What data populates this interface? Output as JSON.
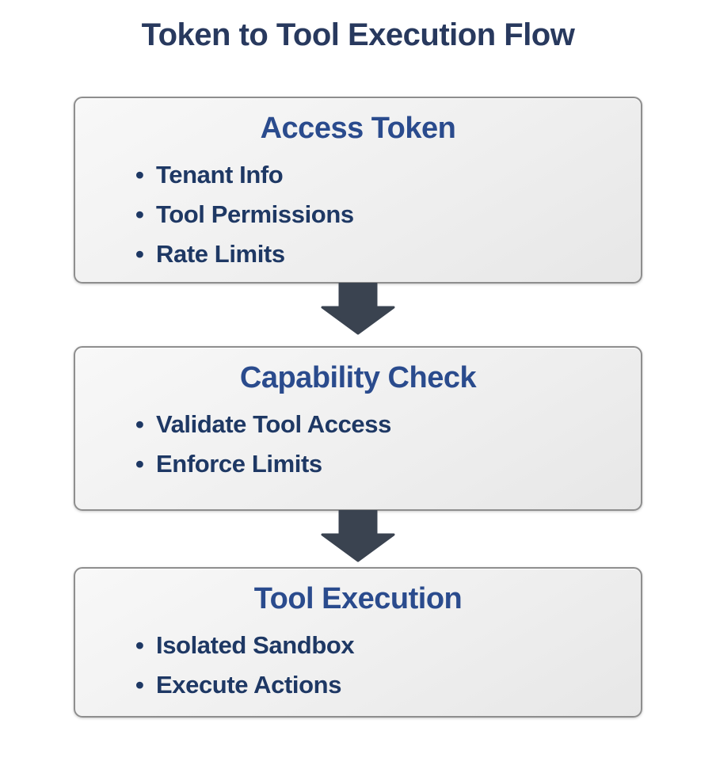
{
  "page": {
    "title": "Token to Tool Execution Flow"
  },
  "colors": {
    "page_background": "#ffffff",
    "title_text": "#28395e",
    "node_heading_text": "#2a4b8d",
    "node_bullet_text": "#1e3864",
    "node_border": "#8e8e8e",
    "node_background": "#efefef",
    "arrow_fill": "#3a4350"
  },
  "diagram": {
    "nodes": [
      {
        "id": "access-token",
        "heading": "Access Token",
        "bullets": [
          "Tenant Info",
          "Tool Permissions",
          "Rate Limits"
        ]
      },
      {
        "id": "capability-check",
        "heading": "Capability Check",
        "bullets": [
          "Validate Tool Access",
          "Enforce Limits"
        ]
      },
      {
        "id": "tool-execution",
        "heading": "Tool Execution",
        "bullets": [
          "Isolated Sandbox",
          "Execute Actions"
        ]
      }
    ],
    "connectors": [
      {
        "from": "access-token",
        "to": "capability-check",
        "type": "down-arrow"
      },
      {
        "from": "capability-check",
        "to": "tool-execution",
        "type": "down-arrow"
      }
    ]
  }
}
